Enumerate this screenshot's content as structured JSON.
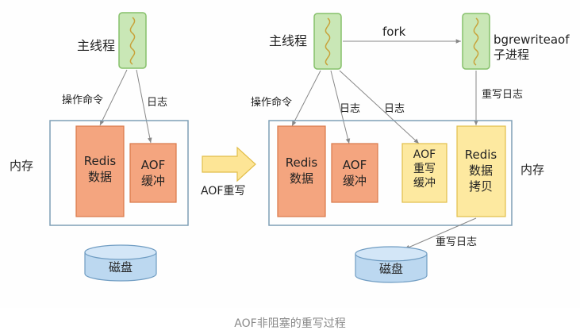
{
  "diagram": {
    "left": {
      "main_thread": "主线程",
      "op_command": "操作命令",
      "log": "日志",
      "memory": "内存",
      "redis_data": [
        "Redis",
        "数据"
      ],
      "aof_buffer": [
        "AOF",
        "缓冲"
      ],
      "disk": "磁盘"
    },
    "transition": "AOF重写",
    "right": {
      "main_thread": "主线程",
      "fork": "fork",
      "child_process": [
        "bgrewriteaof",
        "子进程"
      ],
      "op_command": "操作命令",
      "log_1": "日志",
      "log_2": "日志",
      "rewrite_log_top": "重写日志",
      "memory": "内存",
      "redis_data": [
        "Redis",
        "数据"
      ],
      "aof_buffer": [
        "AOF",
        "缓冲"
      ],
      "aof_rewrite_buffer": [
        "AOF",
        "重写",
        "缓冲"
      ],
      "redis_data_copy": [
        "Redis",
        "数据",
        "拷贝"
      ],
      "rewrite_log_bottom": "重写日志",
      "disk": "磁盘"
    }
  },
  "caption": "AOF非阻塞的重写过程",
  "colors": {
    "thread_fill": "#c9e7b6",
    "thread_stroke": "#86c06a",
    "orange_fill": "#f4a57f",
    "orange_stroke": "#d97849",
    "yellow_fill": "#fde9a0",
    "yellow_stroke": "#e2be4a",
    "memory_stroke": "#7f9fb5",
    "disk_fill": "#bcd8f0",
    "disk_stroke": "#6f9cc2",
    "arrow": "#888888",
    "big_arrow_fill": "#fde596"
  }
}
